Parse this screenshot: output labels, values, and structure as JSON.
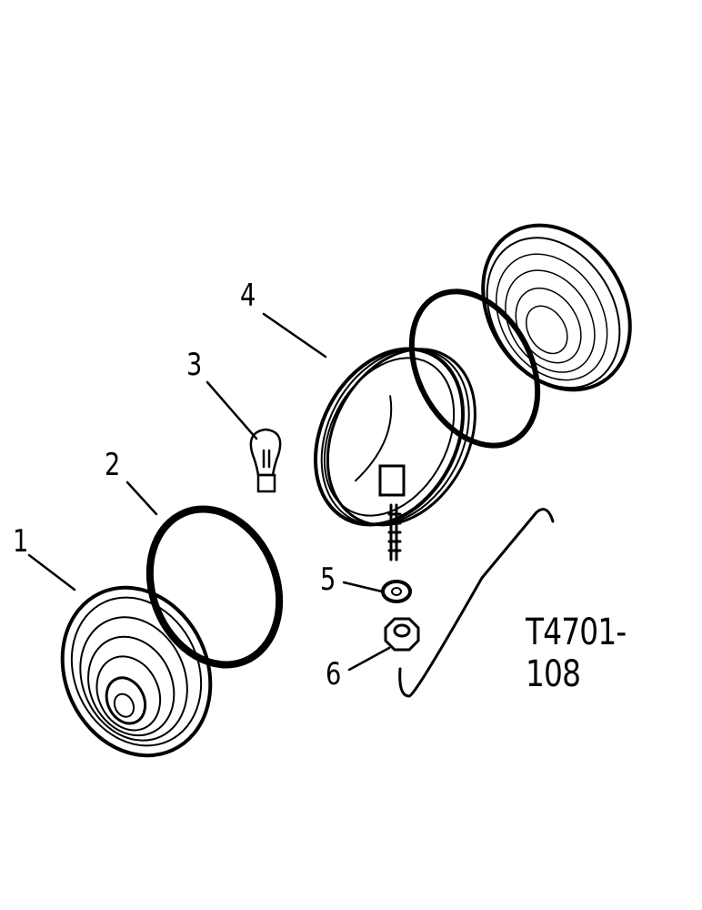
{
  "diagram": {
    "figure_code": "T4701-108",
    "callouts": [
      {
        "number": "1",
        "part": "lens"
      },
      {
        "number": "2",
        "part": "gasket"
      },
      {
        "number": "3",
        "part": "bulb"
      },
      {
        "number": "4",
        "part": "housing"
      },
      {
        "number": "5",
        "part": "washer"
      },
      {
        "number": "6",
        "part": "nut"
      }
    ],
    "line_color": "#000000",
    "background": "#ffffff"
  }
}
